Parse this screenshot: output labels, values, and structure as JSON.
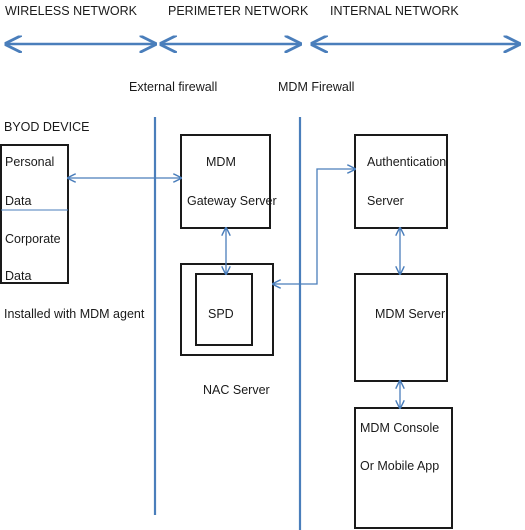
{
  "zones": {
    "wireless": "WIRELESS NETWORK",
    "perimeter": "PERIMETER NETWORK",
    "internal": "INTERNAL NETWORK"
  },
  "firewalls": {
    "external": "External firewall",
    "mdm": "MDM Firewall"
  },
  "byod": {
    "title": "BYOD DEVICE",
    "personal_line1": "Personal",
    "personal_line2": "Data",
    "corporate_line1": "Corporate",
    "corporate_line2": "Data",
    "caption": "Installed with MDM agent"
  },
  "gateway": {
    "line1": "MDM",
    "line2": "Gateway Server"
  },
  "nac": {
    "inner": "SPD",
    "caption": "NAC Server"
  },
  "auth": {
    "line1": "Authentication",
    "line2": "Server"
  },
  "mdm_server": {
    "label": "MDM Server"
  },
  "console": {
    "line1": "MDM Console",
    "line2": "Or Mobile App"
  },
  "colors": {
    "arrow": "#4a7ebb",
    "line": "#4a7ebb",
    "box_border": "#1a1a1a",
    "divider": "#4a7ebb"
  }
}
